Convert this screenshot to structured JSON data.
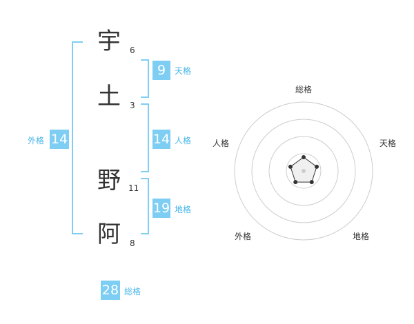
{
  "name": {
    "characters": [
      {
        "char": "宇",
        "strokes": "6"
      },
      {
        "char": "土",
        "strokes": "3"
      },
      {
        "char": "野",
        "strokes": "11"
      },
      {
        "char": "阿",
        "strokes": "8"
      }
    ]
  },
  "fortunes": {
    "tenkaku": {
      "value": "9",
      "label": "天格"
    },
    "jinkaku": {
      "value": "14",
      "label": "人格"
    },
    "chikaku": {
      "value": "19",
      "label": "地格"
    },
    "gaikaku": {
      "value": "14",
      "label": "外格"
    },
    "soukaku": {
      "value": "28",
      "label": "総格"
    }
  },
  "radar": {
    "axes": [
      "総格",
      "天格",
      "地格",
      "外格",
      "人格"
    ],
    "levels": 4,
    "scores": [
      0.2,
      0.2,
      0.2,
      0.2,
      0.2
    ],
    "ring_color": "#cccccc",
    "series_color": "#333333",
    "fill_color": "#e6e6e6"
  },
  "colors": {
    "accent": "#7ecef4",
    "accent_text": "#48b6e8",
    "text": "#333333"
  }
}
